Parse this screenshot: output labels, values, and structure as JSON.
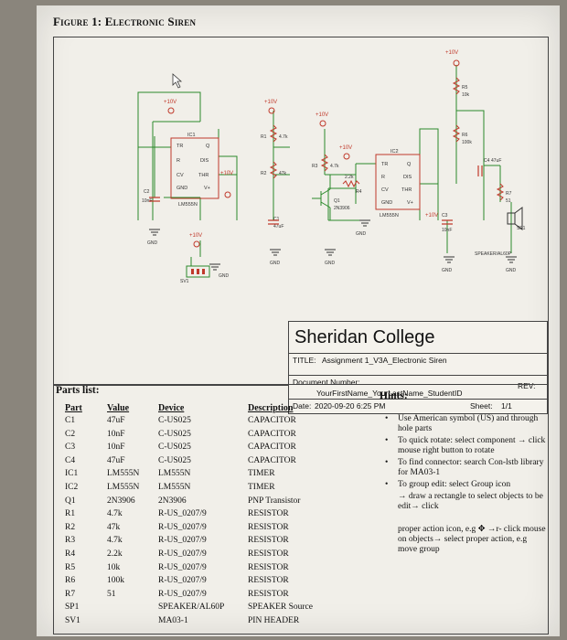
{
  "figure": {
    "title": "Figure 1: Electronic Siren"
  },
  "schematic": {
    "supply": "+10V",
    "ground": "GND",
    "ic1": {
      "name": "IC1",
      "part": "LM555N",
      "pins": [
        "TR",
        "Q",
        "R",
        "DIS",
        "CV",
        "THR",
        "GND",
        "V+"
      ]
    },
    "ic2": {
      "name": "IC2",
      "part": "LM555N",
      "pins": [
        "TR",
        "Q",
        "R",
        "DIS",
        "CV",
        "THR",
        "GND",
        "V+"
      ]
    },
    "components": {
      "c2": "C2",
      "c2v": "10nF",
      "c1": "C1",
      "c1v": "47uF",
      "c3": "C3",
      "c3v": "10nF",
      "c4": "C4",
      "c4v": "47uF",
      "r1": "R1",
      "r1v": "4.7k",
      "r2": "R2",
      "r2v": "47k",
      "r3": "R3",
      "r3v": "4.7k",
      "r4": "R4",
      "r4v": "2.2k",
      "r5": "R5",
      "r5v": "10k",
      "r6": "R6",
      "r6v": "100k",
      "r7": "R7",
      "r7v": "51",
      "q1": "Q1",
      "q1v": "2N3906",
      "sv1": "SV1",
      "sp1": "SP1",
      "speaker": "SPEAKER/AL60P"
    }
  },
  "title_block": {
    "organization": "Sheridan College",
    "title_label": "TITLE:",
    "title_value": "Assignment 1_V3A_Electronic Siren",
    "doc_label": "Document Number:",
    "doc_value": "YourFirstName_YourLastName_StudentID",
    "rev_label": "REV:",
    "date_label": "Date:",
    "date_value": "2020-09-20 6:25 PM",
    "sheet_label": "Sheet:",
    "sheet_value": "1/1"
  },
  "parts_list": {
    "title": "Parts list:",
    "headers": {
      "part": "Part",
      "value": "Value",
      "device": "Device",
      "description": "Description"
    },
    "rows": [
      {
        "part": "C1",
        "value": "47uF",
        "device": "C-US025",
        "description": "CAPACITOR"
      },
      {
        "part": "C2",
        "value": "10nF",
        "device": "C-US025",
        "description": "CAPACITOR"
      },
      {
        "part": "C3",
        "value": "10nF",
        "device": "C-US025",
        "description": "CAPACITOR"
      },
      {
        "part": "C4",
        "value": "47uF",
        "device": "C-US025",
        "description": "CAPACITOR"
      },
      {
        "part": "IC1",
        "value": "LM555N",
        "device": "LM555N",
        "description": "TIMER"
      },
      {
        "part": "IC2",
        "value": "LM555N",
        "device": "LM555N",
        "description": "TIMER"
      },
      {
        "part": "Q1",
        "value": "2N3906",
        "device": "2N3906",
        "description": "PNP Transistor"
      },
      {
        "part": "R1",
        "value": "4.7k",
        "device": "R-US_0207/9",
        "description": "RESISTOR"
      },
      {
        "part": "R2",
        "value": "47k",
        "device": "R-US_0207/9",
        "description": "RESISTOR"
      },
      {
        "part": "R3",
        "value": "4.7k",
        "device": "R-US_0207/9",
        "description": "RESISTOR"
      },
      {
        "part": "R4",
        "value": "2.2k",
        "device": "R-US_0207/9",
        "description": "RESISTOR"
      },
      {
        "part": "R5",
        "value": "10k",
        "device": "R-US_0207/9",
        "description": "RESISTOR"
      },
      {
        "part": "R6",
        "value": "100k",
        "device": "R-US_0207/9",
        "description": "RESISTOR"
      },
      {
        "part": "R7",
        "value": "51",
        "device": "R-US_0207/9",
        "description": "RESISTOR"
      },
      {
        "part": "SP1",
        "value": "",
        "device": "SPEAKER/AL60P",
        "description": "SPEAKER Source"
      },
      {
        "part": "SV1",
        "value": "",
        "device": "MA03-1",
        "description": "PIN HEADER"
      }
    ]
  },
  "hints": {
    "title": "Hints:",
    "items": [
      "Use American symbol (US) and through hole parts",
      "To quick rotate: select component → click mouse right button to rotate",
      "To find connector: search Con-lstb library for MA03-1",
      "To group edit: select Group icon"
    ],
    "group_steps": [
      "→ draw a rectangle to select objects to be edit→ click",
      "proper action icon, e.g ✥ →r- click mouse on objects→ select proper action, e.g move group"
    ]
  }
}
